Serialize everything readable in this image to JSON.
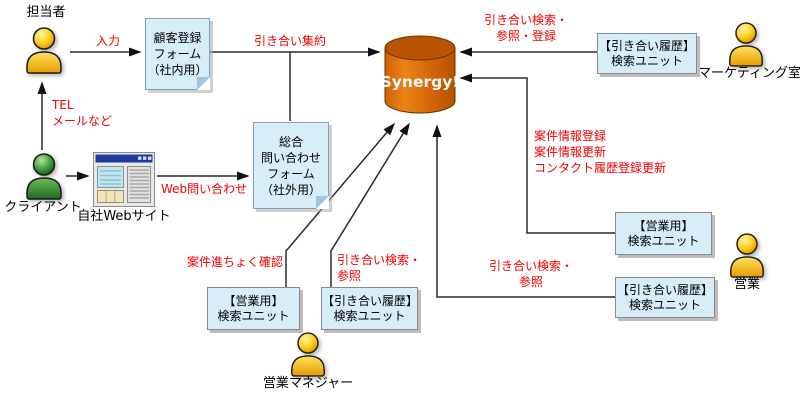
{
  "diagram": {
    "system": {
      "name": "Synergy!"
    },
    "actors": [
      {
        "id": "tantousha",
        "label": "担当者"
      },
      {
        "id": "client",
        "label": "クライアント"
      },
      {
        "id": "marketing",
        "label": "マーケティング室"
      },
      {
        "id": "sales",
        "label": "営業"
      },
      {
        "id": "sales_manager",
        "label": "営業マネジャー"
      }
    ],
    "website": {
      "label": "自社Webサイト"
    },
    "forms": [
      {
        "id": "customer_form",
        "lines": [
          "顧客登録",
          "フォーム",
          "（社内用）"
        ]
      },
      {
        "id": "inquiry_form",
        "lines": [
          "総合",
          "問い合わせ",
          "フォーム",
          "（社外用）"
        ]
      }
    ],
    "units": [
      {
        "id": "unit_marketing_history",
        "lines": [
          "【引き合い履歴】",
          "検索ユニット"
        ]
      },
      {
        "id": "unit_sales",
        "lines": [
          "【営業用】",
          "検索ユニット"
        ]
      },
      {
        "id": "unit_sales_history",
        "lines": [
          "【引き合い履歴】",
          "検索ユニット"
        ]
      },
      {
        "id": "unit_manager",
        "lines": [
          "【営業用】",
          "検索ユニット"
        ]
      },
      {
        "id": "unit_manager_history",
        "lines": [
          "【引き合い履歴】",
          "検索ユニット"
        ]
      }
    ],
    "edge_labels": {
      "input": "入力",
      "tel": [
        "TEL",
        "メールなど"
      ],
      "aggregate": "引き合い集約",
      "web_inquiry": "Web問い合わせ",
      "search_ref_register": [
        "引き合い検索・",
        "参照・登録"
      ],
      "case_info": [
        "案件情報登録",
        "案件情報更新",
        "コンタクト履歴登録更新"
      ],
      "progress_check": "案件進ちょく確認",
      "search_ref_mid": [
        "引き合い検索・",
        "参照"
      ],
      "search_ref_right": [
        "引き合い検索・",
        "参照"
      ]
    },
    "colors": {
      "red_text": "#f10000",
      "note_fill": "#d7edf8",
      "cylinder_body": "#d4660a",
      "cylinder_top": "#b95400"
    }
  }
}
